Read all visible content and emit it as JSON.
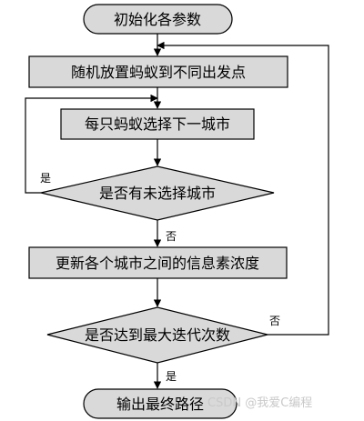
{
  "flowchart": {
    "nodes": {
      "start": "初始化各参数",
      "place": "随机放置蚂蚁到不同出发点",
      "select": "每只蚂蚁选择下一城市",
      "check_unselected": "是否有未选择城市",
      "update": "更新各个城市之间的信息素浓度",
      "check_max_iter": "是否达到最大迭代次数",
      "end": "输出最终路径"
    },
    "edge_labels": {
      "unselected_yes": "是",
      "unselected_no": "否",
      "max_iter_no": "否",
      "max_iter_yes": "是"
    }
  },
  "watermark": "CSDN @我爱C编程",
  "colors": {
    "box_fill": "#d9d9d9",
    "stroke": "#000000",
    "background": "#ffffff"
  }
}
